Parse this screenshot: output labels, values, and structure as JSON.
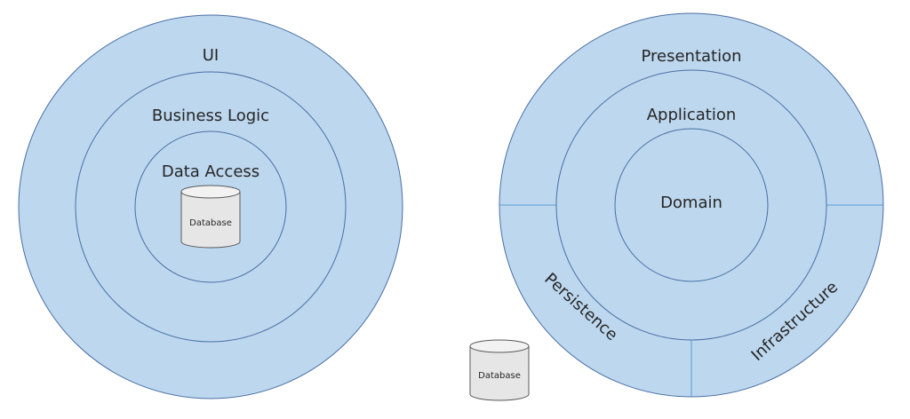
{
  "left_diagram": {
    "outer_label": "UI",
    "middle_label": "Business Logic",
    "inner_label": "Data Access",
    "database_label": "Database"
  },
  "right_diagram": {
    "outer_top_label": "Presentation",
    "outer_left_label": "Persistence",
    "outer_right_label": "Infrastructure",
    "middle_label": "Application",
    "inner_label": "Domain"
  },
  "standalone_database": {
    "label": "Database"
  },
  "colors": {
    "ring_fill": "#bdd7ee",
    "ring_stroke": "#4a6fa5",
    "database_fill": "#e6e6e6"
  }
}
